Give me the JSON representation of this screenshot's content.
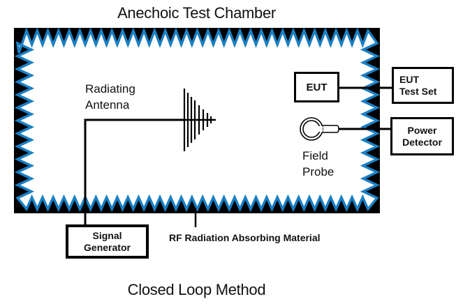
{
  "title": "Anechoic Test Chamber",
  "footer": "Closed Loop Method",
  "colors": {
    "absorber": "#1a80c4",
    "chamber_wall": "#000000",
    "background": "#ffffff"
  },
  "components": {
    "antenna": {
      "label_line1": "Radiating",
      "label_line2": "Antenna",
      "icon": "log-periodic-antenna-icon"
    },
    "eut": {
      "label": "EUT"
    },
    "eut_test_set": {
      "label_line1": "EUT",
      "label_line2": "Test Set"
    },
    "field_probe": {
      "label_line1": "Field",
      "label_line2": "Probe",
      "icon": "field-probe-icon"
    },
    "power_detector": {
      "label_line1": "Power",
      "label_line2": "Detector"
    },
    "signal_generator": {
      "label_line1": "Signal",
      "label_line2": "Generator"
    },
    "absorber_label": "RF Radiation Absorbing Material"
  }
}
